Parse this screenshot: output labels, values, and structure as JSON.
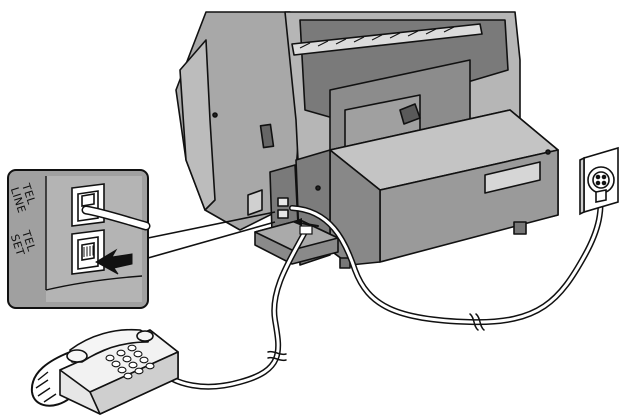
{
  "inset": {
    "labels": {
      "tel_line": [
        "TEL",
        "LINE"
      ],
      "tel_set": [
        "TEL",
        "SET"
      ]
    }
  },
  "colors": {
    "device_body": "#a8a8a8",
    "device_dark": "#6e6e6e",
    "device_light": "#c8c8c8",
    "outline": "#111111",
    "cable": "#ffffff",
    "phone_body": "#e6e6e6",
    "arrow": "#111111"
  },
  "icons": [
    "fax-machine-illustration",
    "wall-jack-icon",
    "telephone-icon",
    "arrow-icon",
    "modular-jack-icon"
  ]
}
